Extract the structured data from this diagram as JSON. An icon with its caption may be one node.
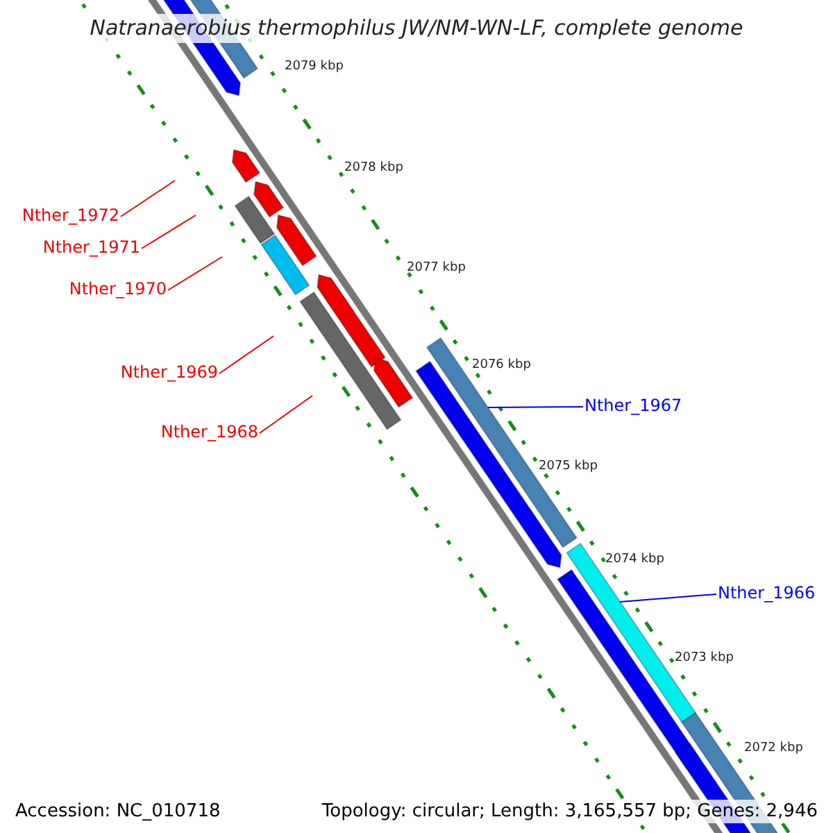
{
  "diagram": {
    "title": "Natranaerobius thermophilus JW/NM-WN-LF, complete genome",
    "nodes": [
      {
        "text": [
          "Nther_1972"
        ]
      },
      {
        "text": [
          "Nther_1971"
        ]
      },
      {
        "text": [
          "Nther_1970"
        ]
      },
      {
        "text": [
          "Nther_1969"
        ]
      },
      {
        "text": [
          "Nther_1968"
        ]
      },
      {
        "text": [
          "Nther_1967"
        ]
      },
      {
        "text": [
          "Nther_1966"
        ]
      },
      {
        "text": [],
        "shape": "bar"
      },
      {
        "text": [],
        "shape": "bar"
      }
    ],
    "edges": [
      {
        "from": 0,
        "to": null,
        "arrow": "none"
      },
      {
        "from": 1,
        "to": null,
        "arrow": "none"
      },
      {
        "from": 2,
        "to": null,
        "arrow": "none"
      },
      {
        "from": 3,
        "to": null,
        "arrow": "none"
      },
      {
        "from": 4,
        "to": null,
        "arrow": "none"
      },
      {
        "from": 5,
        "to": 7,
        "arrow": "none",
        "color": "#0000ee"
      },
      {
        "from": 6,
        "to": 8,
        "arrow": "none",
        "color": "#0000ee"
      }
    ],
    "labels": [
      "2079 kbp",
      "2078 kbp",
      "2077 kbp",
      "2076 kbp",
      "2075 kbp",
      "2074 kbp",
      "2073 kbp",
      "2072 kbp",
      "Accession: NC_010718",
      "Topology: circular; Length: 3,165,557 bp; Genes: 2,946"
    ]
  }
}
